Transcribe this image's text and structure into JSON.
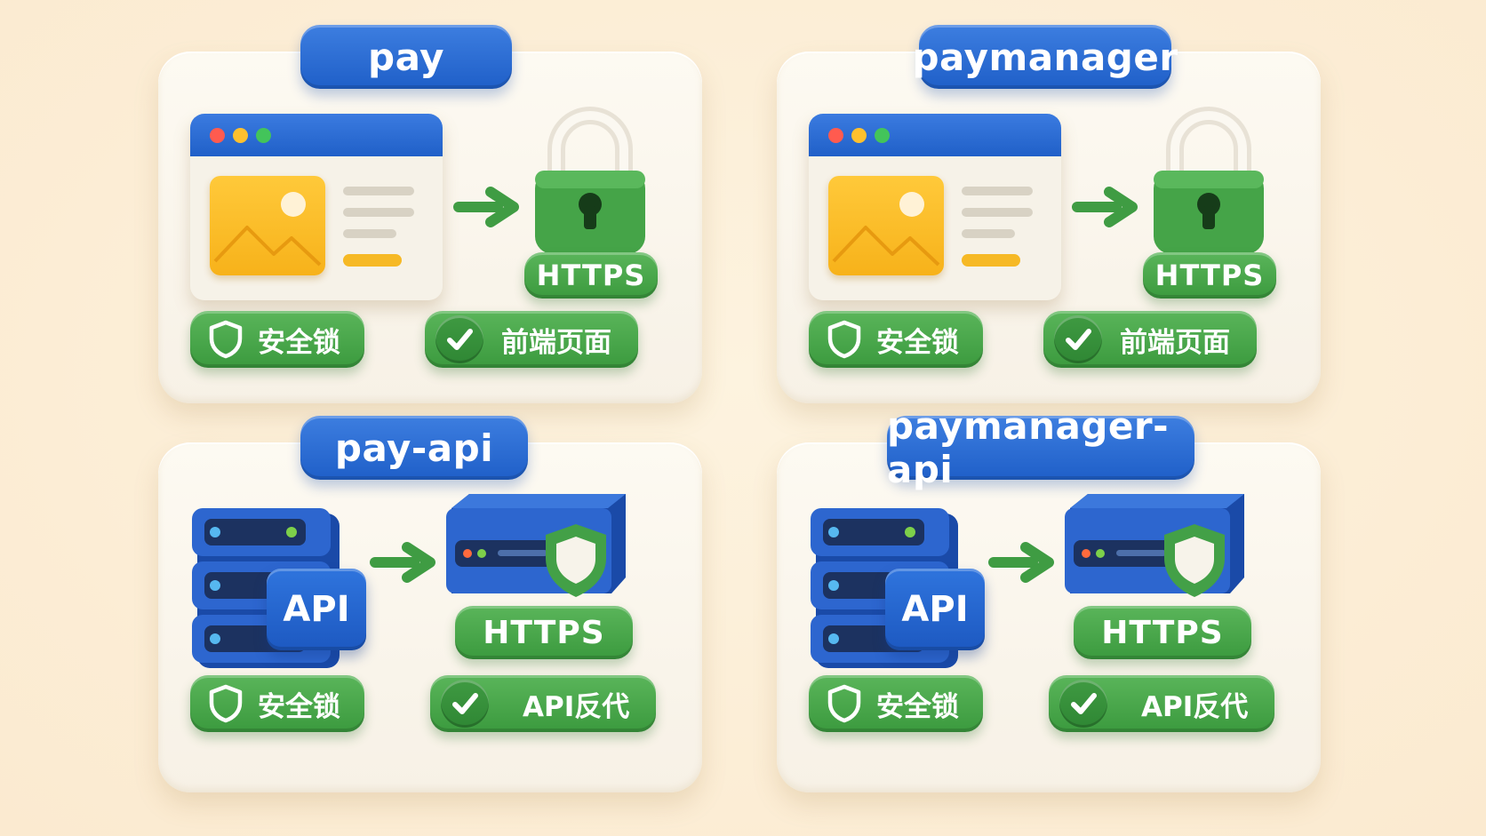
{
  "colors": {
    "background": "#fbead0",
    "card": "#fbf7ee",
    "blue": "#2563c9",
    "green": "#43a047",
    "yellow": "#f7b21a"
  },
  "cards": [
    {
      "title": "pay",
      "type": "frontend",
      "https_label": "HTTPS",
      "badge_left": "安全锁",
      "badge_right": "前端页面",
      "icons": [
        "browser-window-icon",
        "arrow-right-icon",
        "padlock-icon"
      ]
    },
    {
      "title": "paymanager",
      "type": "frontend",
      "https_label": "HTTPS",
      "badge_left": "安全锁",
      "badge_right": "前端页面",
      "icons": [
        "browser-window-icon",
        "arrow-right-icon",
        "padlock-icon"
      ]
    },
    {
      "title": "pay-api",
      "type": "api",
      "api_label": "API",
      "https_label": "HTTPS",
      "badge_left": "安全锁",
      "badge_right": "API反代",
      "icons": [
        "server-rack-icon",
        "arrow-right-icon",
        "secure-server-icon"
      ]
    },
    {
      "title": "paymanager-api",
      "type": "api",
      "api_label": "API",
      "https_label": "HTTPS",
      "badge_left": "安全锁",
      "badge_right": "API反代",
      "icons": [
        "server-rack-icon",
        "arrow-right-icon",
        "secure-server-icon"
      ]
    }
  ]
}
